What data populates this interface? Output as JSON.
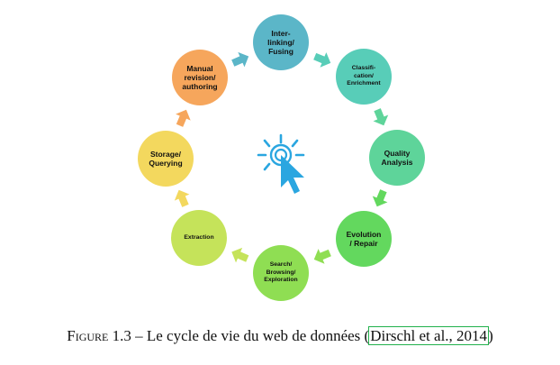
{
  "diagram": {
    "center_icon": "cursor-click-icon",
    "nodes": [
      {
        "id": "interlinking",
        "label": "Inter-\nlinking/\nFusing",
        "color": "#5bb6c8"
      },
      {
        "id": "classification",
        "label": "Classifi-\ncation/\nEnrichment",
        "color": "#58cdb8"
      },
      {
        "id": "quality",
        "label": "Quality\nAnalysis",
        "color": "#5ed49a"
      },
      {
        "id": "evolution",
        "label": "Evolution\n/ Repair",
        "color": "#63d85e"
      },
      {
        "id": "search",
        "label": "Search/\nBrowsing/\nExploration",
        "color": "#8fde53"
      },
      {
        "id": "extraction",
        "label": "Extraction",
        "color": "#c5e35a"
      },
      {
        "id": "storage",
        "label": "Storage/\nQuerying",
        "color": "#f3d85e"
      },
      {
        "id": "manual",
        "label": "Manual\nrevision/\nauthoring",
        "color": "#f6a65c"
      }
    ]
  },
  "caption": {
    "prefix": "Figure 1.3",
    "text": " – Le cycle de vie du web de données (",
    "citation": "Dirschl et al., 2014",
    "suffix": ")"
  }
}
